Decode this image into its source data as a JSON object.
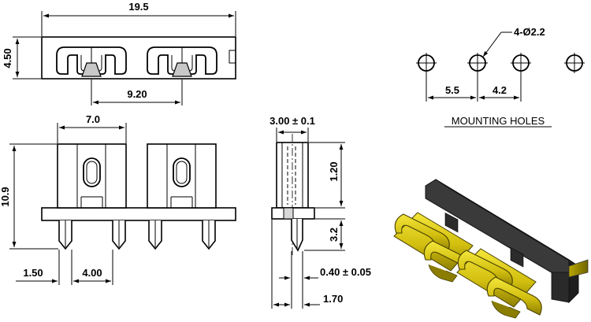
{
  "top_view": {
    "width_dim": "19.5",
    "height_dim": "4.50",
    "pitch_dim": "9.20"
  },
  "mounting_holes": {
    "hole_callout": "4-Ø2.2",
    "spacing_left": "5.5",
    "spacing_right": "4.2",
    "caption": "MOUNTING HOLES"
  },
  "front_view": {
    "contact_width": "7.0",
    "height": "10.9",
    "offset": "1.50",
    "lead_spacing": "4.00"
  },
  "side_view": {
    "thickness": "3.00 ± 0.1",
    "upper": "1.20",
    "lower": "3.2",
    "lead_thickness": "0.40 ± 0.05",
    "lead_width": "1.70"
  },
  "colors": {
    "line": "#000000",
    "plating": "#d4c200",
    "insulator": "#2a2a2a"
  }
}
